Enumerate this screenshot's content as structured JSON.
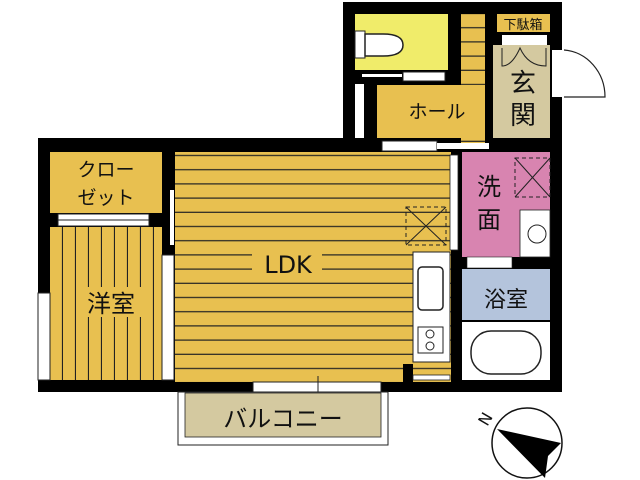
{
  "rooms": {
    "closet": [
      "クロー",
      "ゼット"
    ],
    "western_room": "洋室",
    "ldk": "LDK",
    "hall": "ホール",
    "shoe_cabinet": "下駄箱",
    "entrance": [
      "玄",
      "関"
    ],
    "washroom": [
      "洗",
      "面"
    ],
    "bathroom": "浴室",
    "balcony": "バルコニー"
  },
  "colors": {
    "wall": "#000000",
    "wood_floor": "#e8c050",
    "toilet": "#f0ec6a",
    "entrance": "#d4c9a0",
    "washroom": "#d884b0",
    "bathroom": "#b4c4dc",
    "balcony": "#d4c9a0"
  },
  "compass": {
    "label": "N"
  }
}
